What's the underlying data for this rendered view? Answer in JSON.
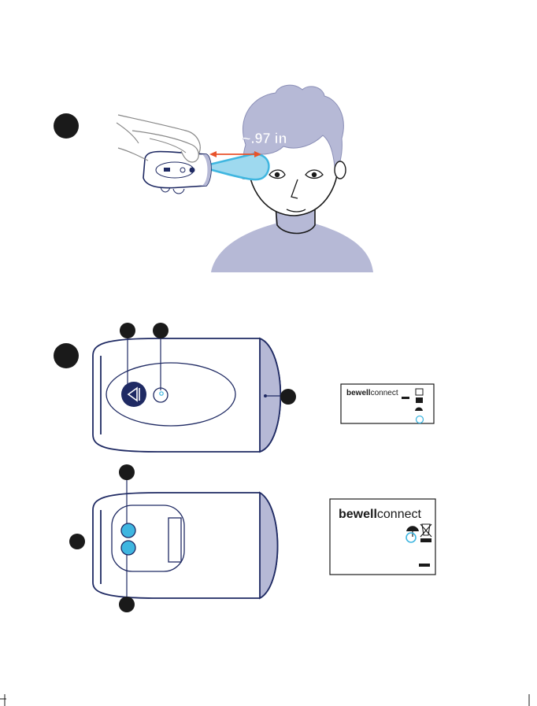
{
  "figure1": {
    "distance_label": "~.97 in"
  },
  "figure2": {
    "brand_small": {
      "bold": "bewell",
      "light": "connect"
    },
    "brand_large": {
      "bold": "bewell",
      "light": "connect"
    }
  },
  "colors": {
    "navy": "#1f2a63",
    "lavender": "#b6b9d6",
    "cyan": "#3fb6e0",
    "orange": "#e8532b",
    "black": "#1a1a1a"
  }
}
